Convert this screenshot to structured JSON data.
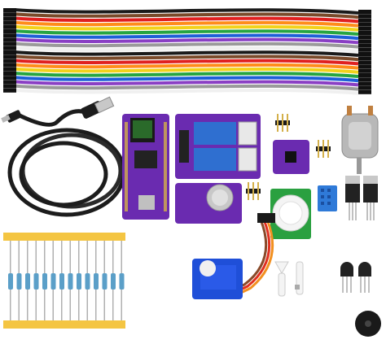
{
  "scene": {
    "background": "#ffffff",
    "description_items": [
      "jumper-wires",
      "usb-cable",
      "dev-board",
      "relay-module",
      "gas-sensor-module",
      "small-sensor-board",
      "pir-motion-sensor",
      "dht-sensor",
      "voltage-regulators",
      "dc-motor",
      "servo-motor",
      "resistor-strip",
      "transistors",
      "buzzer",
      "pin-headers",
      "servo-horns"
    ]
  },
  "colors": {
    "wire_palette": [
      "#1a1a1a",
      "#7a4a2a",
      "#e02020",
      "#ff8c1a",
      "#f2d21a",
      "#26a541",
      "#1e5fd8",
      "#8a3fc4",
      "#9a9a9a",
      "#f0f0f0"
    ],
    "pcb_purple": "#6a2bb0",
    "pcb_purple_dark": "#4c1a86",
    "relay_blue": "#2f6fd0",
    "servo_blue": "#1f4fd8",
    "resistor_tape": "#f4c542",
    "resistor_body": "#5b9fc8",
    "cable_black": "#1c1c1c"
  }
}
